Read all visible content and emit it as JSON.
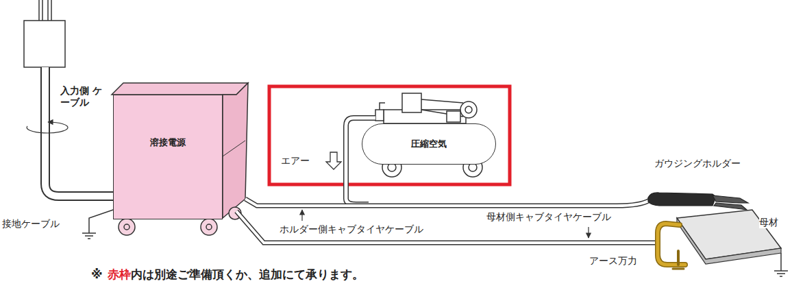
{
  "diagram": {
    "nodes": [
      {
        "text": [
          "溶接電源"
        ]
      },
      {
        "text": [
          "圧縮空気"
        ]
      }
    ],
    "labels": [
      "入力側 ケーブル",
      "接地ケーブル",
      "エアー",
      "ガウジングホルダー",
      "母材側キャブタイヤケーブル",
      "母材",
      "ホルダー側キャブタイヤケーブル",
      "アース万力",
      "※",
      "赤枠",
      "内は別途ご準備頂くか、追加にて承ります。"
    ]
  }
}
